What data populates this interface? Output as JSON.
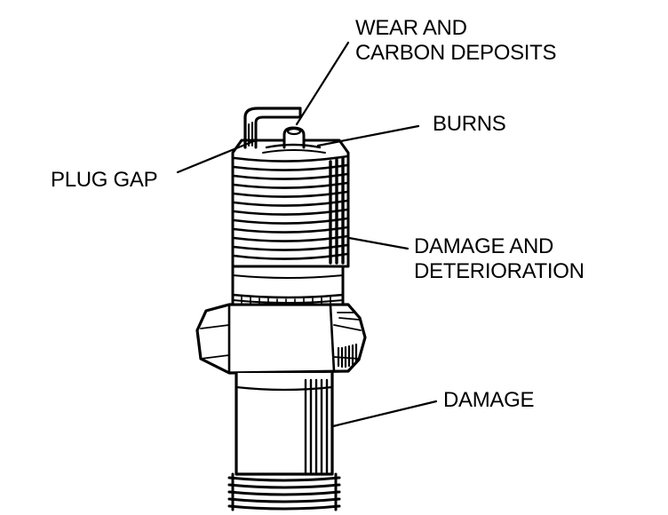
{
  "labels": {
    "wear_line1": "WEAR AND",
    "wear_line2": "CARBON DEPOSITS",
    "burns": "BURNS",
    "plug_gap": "PLUG GAP",
    "damage_det_line1": "DAMAGE AND",
    "damage_det_line2": "DETERIORATION",
    "damage": "DAMAGE"
  },
  "colors": {
    "ink": "#000000",
    "paper": "#ffffff"
  }
}
